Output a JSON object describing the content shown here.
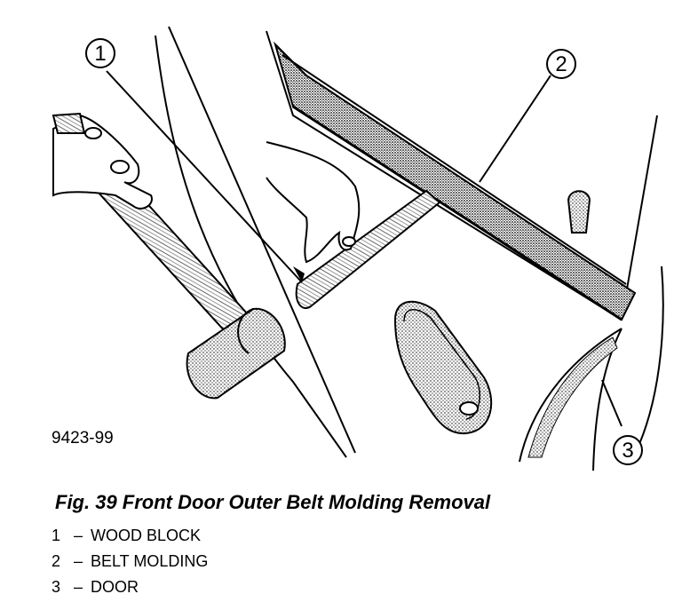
{
  "figure": {
    "code": "9423-99",
    "caption": "Fig. 39 Front Door Outer Belt Molding Removal"
  },
  "callouts": [
    {
      "number": "1",
      "text": "WOOD BLOCK"
    },
    {
      "number": "2",
      "text": "BELT MOLDING"
    },
    {
      "number": "3",
      "text": "DOOR"
    }
  ],
  "legend": {
    "separator": "–"
  }
}
